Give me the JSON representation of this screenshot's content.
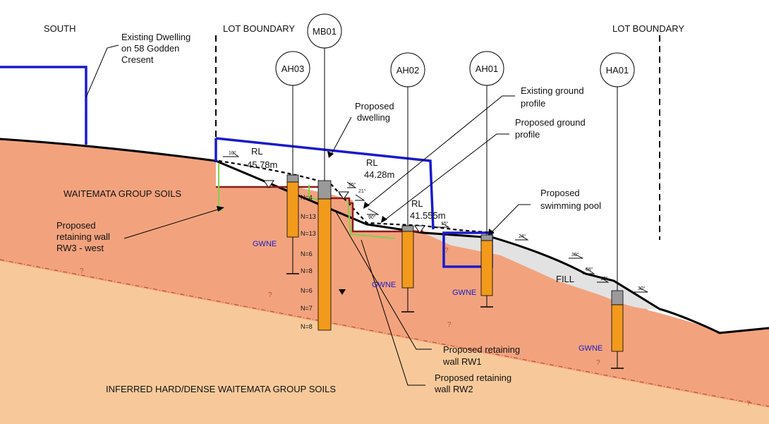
{
  "headings": {
    "south": "SOUTH",
    "lot_boundary_left": "LOT BOUNDARY",
    "lot_boundary_right": "LOT BOUNDARY"
  },
  "annotations": {
    "existing_dwelling_1": "Existing Dwelling",
    "existing_dwelling_2": "on 58 Godden",
    "existing_dwelling_3": "Cresent",
    "proposed_dwelling_1": "Proposed",
    "proposed_dwelling_2": "dwelling",
    "existing_ground_1": "Existing ground",
    "existing_ground_2": "profile",
    "proposed_ground_1": "Proposed ground",
    "proposed_ground_2": "profile",
    "pool_1": "Proposed",
    "pool_2": "swimming pool",
    "rw3_1": "Proposed",
    "rw3_2": "retaining wall",
    "rw3_3": "RW3 - west",
    "rw1_1": "Proposed retaining",
    "rw1_2": "wall RW1",
    "rw2_1": "Proposed retaining",
    "rw2_2": "wall RW2",
    "fill": "FILL"
  },
  "soil_units": {
    "upper": "WAITEMATA GROUP SOILS",
    "lower": "INFERRED HARD/DENSE WAITEMATA GROUP SOILS",
    "uncertain_mark": "?"
  },
  "levels": {
    "rl_label": "RL",
    "rl_1": "45.78m",
    "rl_2": "44.28m",
    "rl_3": "41.555m"
  },
  "boreholes": {
    "ah03": "AH03",
    "mb01": "MB01",
    "ah02": "AH02",
    "ah01": "AH01",
    "ha01": "HA01"
  },
  "groundwater": {
    "gwne": "GWNE"
  },
  "spt": {
    "n1": "N=4",
    "n2": "N=13",
    "n3": "N=13",
    "n4": "N=6",
    "n5": "N=8",
    "n6": "N=6",
    "n7": "N=7",
    "n8": "N=8"
  },
  "slopes": {
    "s10a": "10°",
    "s95": "95°",
    "s21": "21°",
    "s90": "90°",
    "s15": "15°",
    "s24": "24°",
    "s30a": "30°",
    "s68": "68°",
    "s10b": "10°",
    "s30b": "30°"
  },
  "colors": {
    "upper_soil": "#f2a37e",
    "lower_soil": "#f7c99a",
    "fill": "#e4e4e4",
    "dwelling_outline": "#1a1acc",
    "proposed_ground": "#8b1a1a",
    "retaining_wall": "#7fd14a",
    "borehole": "#f29a1c",
    "borehole_cap": "#9a9a9a"
  }
}
